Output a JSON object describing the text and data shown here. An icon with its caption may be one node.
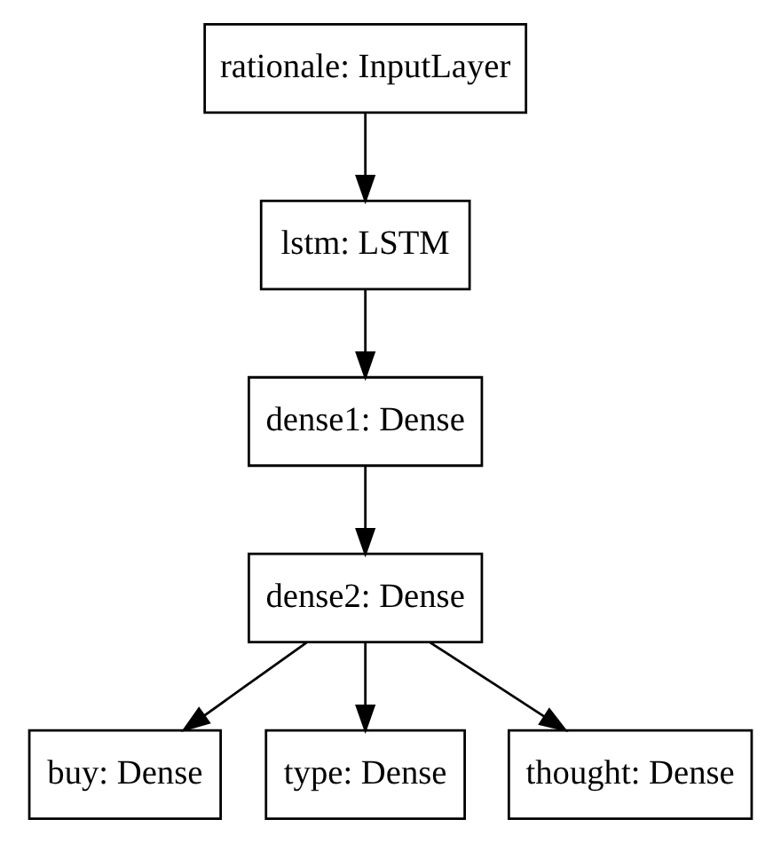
{
  "diagram": {
    "nodes": [
      {
        "text": [
          "rationale: InputLayer"
        ]
      },
      {
        "text": [
          "lstm: LSTM"
        ]
      },
      {
        "text": [
          "dense1: Dense"
        ]
      },
      {
        "text": [
          "dense2: Dense"
        ]
      },
      {
        "text": [
          "buy: Dense"
        ]
      },
      {
        "text": [
          "type: Dense"
        ]
      },
      {
        "text": [
          "thought: Dense"
        ]
      }
    ],
    "edges": [
      {
        "from": 0,
        "to": 1,
        "arrow": "to"
      },
      {
        "from": 1,
        "to": 2,
        "arrow": "to"
      },
      {
        "from": 2,
        "to": 3,
        "arrow": "to"
      },
      {
        "from": 3,
        "to": 4,
        "arrow": "to"
      },
      {
        "from": 3,
        "to": 5,
        "arrow": "to"
      },
      {
        "from": 3,
        "to": 6,
        "arrow": "to"
      }
    ]
  }
}
